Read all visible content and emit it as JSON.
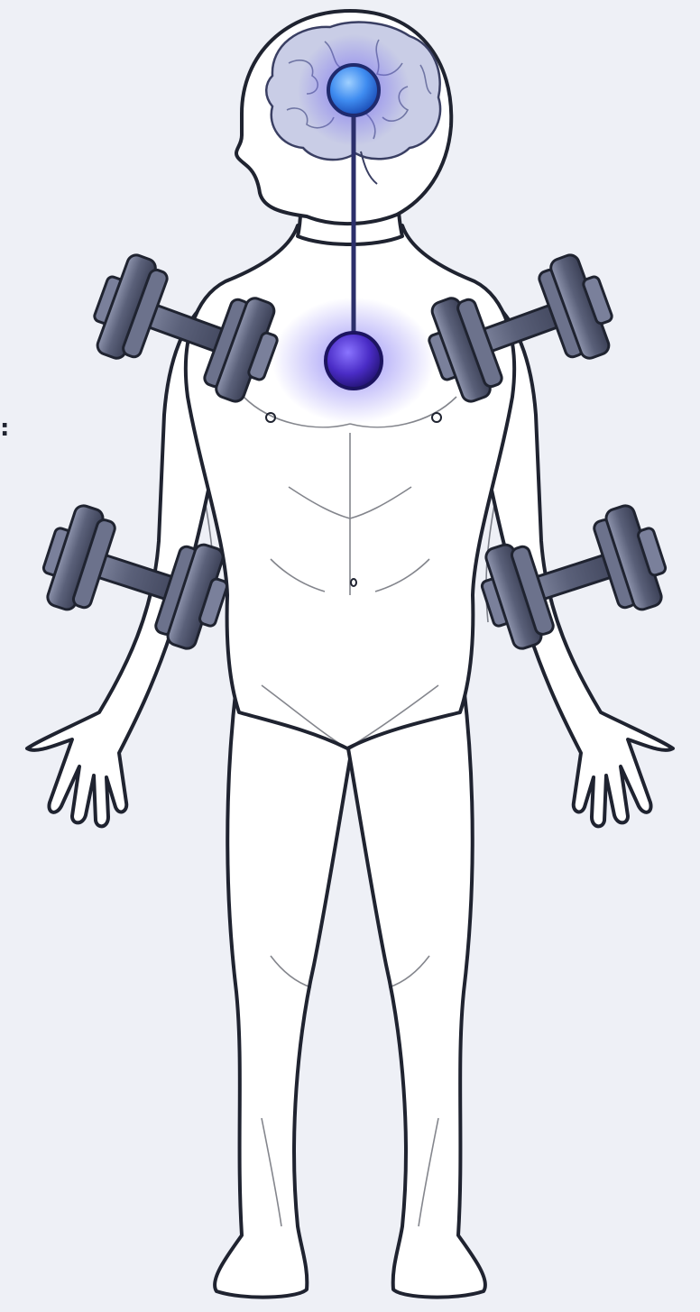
{
  "edge_text": ":",
  "colors": {
    "background": "#eef0f6",
    "outline": "#1f2330",
    "body_fill": "#ffffff",
    "brain_fill": "#c9cde6",
    "node_blue": "#3f8cf0",
    "node_purple": "#4a2cc6",
    "glow": "#6f63f2",
    "dumbbell_metal": "#5a6079",
    "dumbbell_light": "#8e94ad"
  },
  "figure": {
    "parts": [
      "brain-icon",
      "head-node",
      "chest-node",
      "neural-connection",
      "dumbbell-upper-left",
      "dumbbell-upper-right",
      "dumbbell-lower-left",
      "dumbbell-lower-right"
    ]
  }
}
